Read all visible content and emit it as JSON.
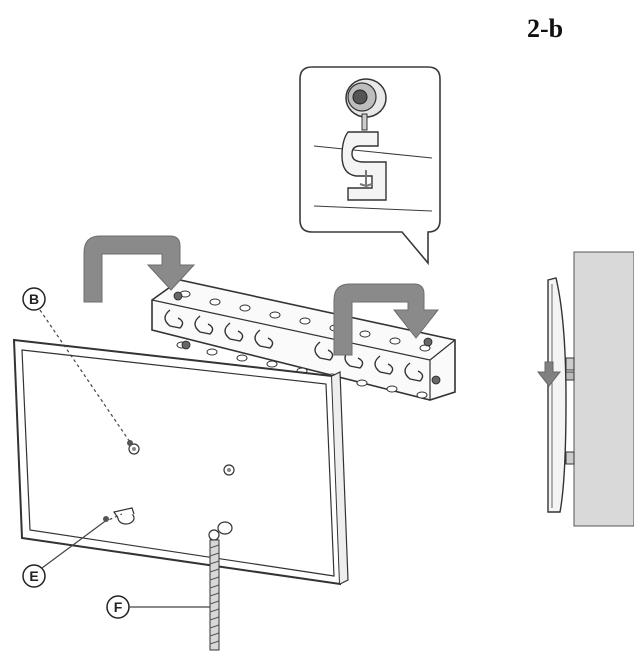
{
  "step": "2-b",
  "callouts": {
    "b": "B",
    "e": "E",
    "f": "F"
  },
  "colors": {
    "line": "#3a3a3a",
    "arrow": "#808080",
    "wall": "#d9d9d9",
    "panel_fill": "#ffffff"
  },
  "icons": [
    "hook-detail-icon",
    "down-arrow-icon",
    "screw-icon",
    "bracket-icon"
  ]
}
